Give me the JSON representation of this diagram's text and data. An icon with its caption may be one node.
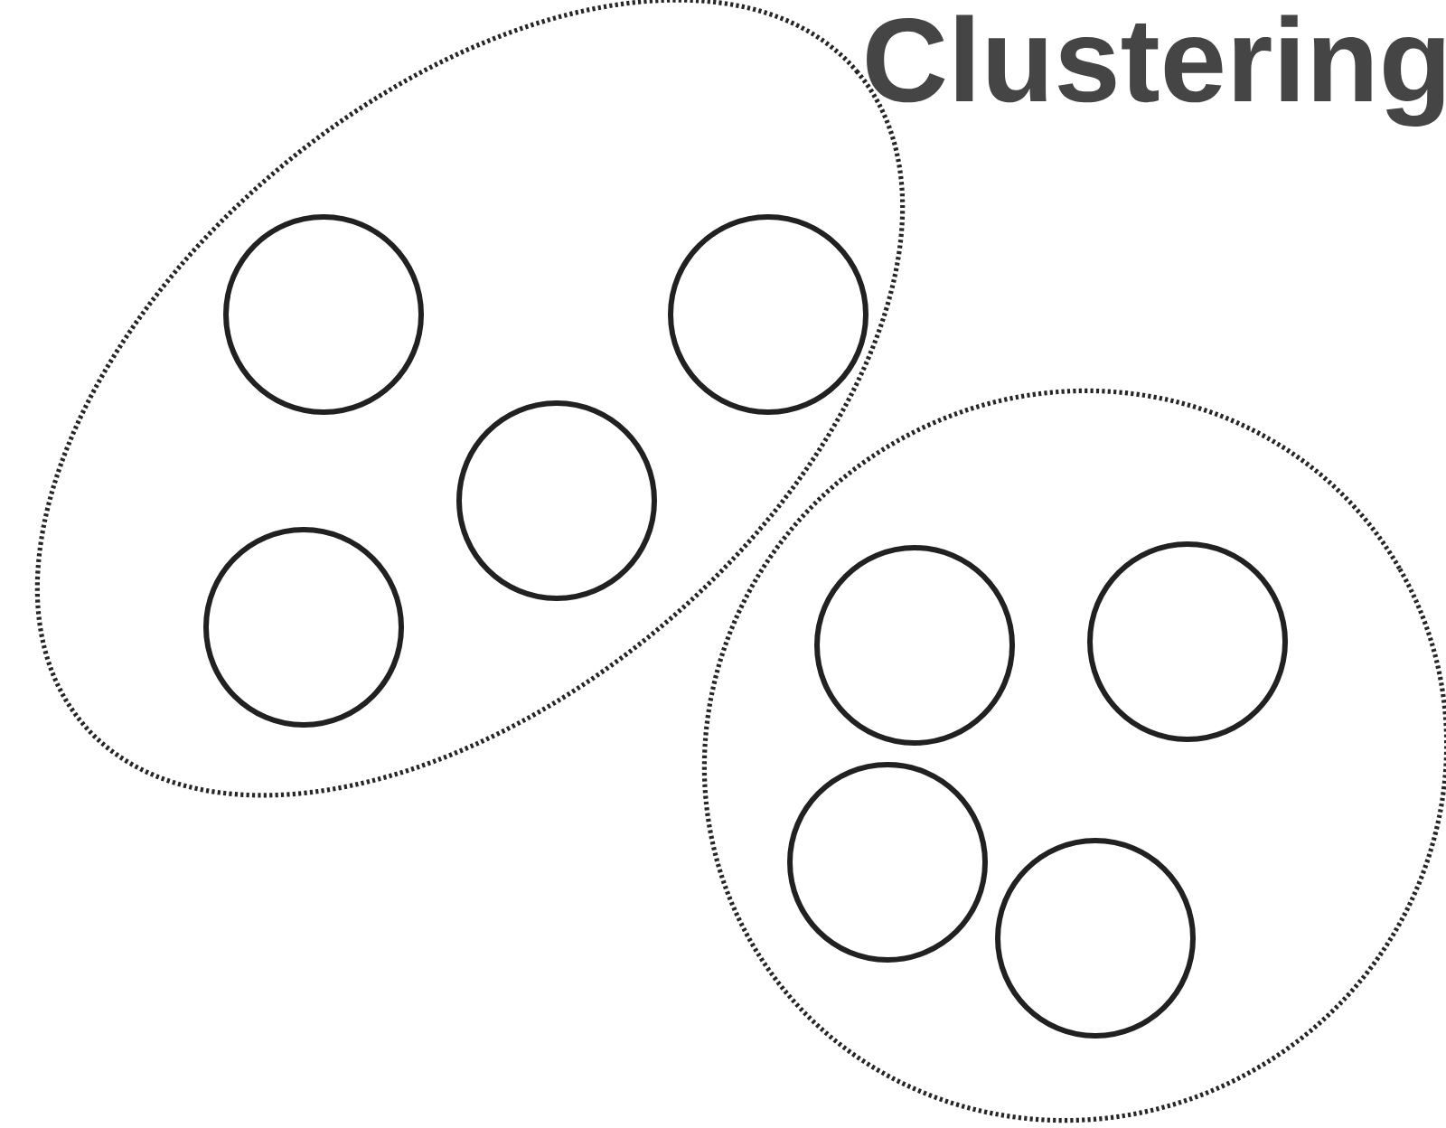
{
  "diagram": {
    "title": "Clustering",
    "nodes": [
      {
        "text": [],
        "shape": "ellipse"
      },
      {
        "text": [],
        "shape": "circle",
        "in": 0
      },
      {
        "text": [],
        "shape": "circle",
        "in": 0
      },
      {
        "text": [],
        "shape": "circle",
        "in": 0
      },
      {
        "text": [],
        "shape": "circle",
        "in": 0
      },
      {
        "text": [],
        "shape": "ellipse"
      },
      {
        "text": [],
        "shape": "circle",
        "in": 5
      },
      {
        "text": [],
        "shape": "circle",
        "in": 5
      },
      {
        "text": [],
        "shape": "circle",
        "in": 5
      },
      {
        "text": [],
        "shape": "circle",
        "in": 5
      }
    ]
  }
}
